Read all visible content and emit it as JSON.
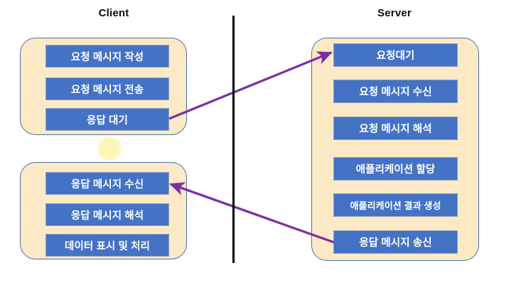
{
  "diagram": {
    "columns": {
      "client_title": "Client",
      "server_title": "Server"
    },
    "colors": {
      "step_fill": "#4472C4",
      "step_text": "#FFFFFF",
      "group_fill": "#FCE9C6",
      "group_border": "#4A6FA8",
      "arrow": "#7B2FA0",
      "divider": "#000000",
      "glow": "#FDF5B4",
      "background": "#FFFFFF"
    },
    "client": {
      "request_group": {
        "steps": [
          {
            "label": "요청 메시지 작성"
          },
          {
            "label": "요청 메시지 전송"
          },
          {
            "label": "응답 대기"
          }
        ]
      },
      "response_group": {
        "steps": [
          {
            "label": "응답 메시지 수신"
          },
          {
            "label": "응답 메시지 해석"
          },
          {
            "label": "데이터 표시 및 처리"
          }
        ]
      }
    },
    "server": {
      "steps": [
        {
          "label": "요청대기"
        },
        {
          "label": "요청 메시지 수신"
        },
        {
          "label": "요청 메시지 해석"
        },
        {
          "label": "애플리케이션 할당"
        },
        {
          "label": "애플리케이션 결과 생성"
        },
        {
          "label": "응답 메시지 송신"
        }
      ]
    },
    "arrows": [
      {
        "name": "request-arrow",
        "from": "응답 대기",
        "to": "요청대기",
        "direction": "client-to-server"
      },
      {
        "name": "response-arrow",
        "from": "응답 메시지 송신",
        "to": "응답 메시지 수신",
        "direction": "server-to-client"
      }
    ]
  }
}
